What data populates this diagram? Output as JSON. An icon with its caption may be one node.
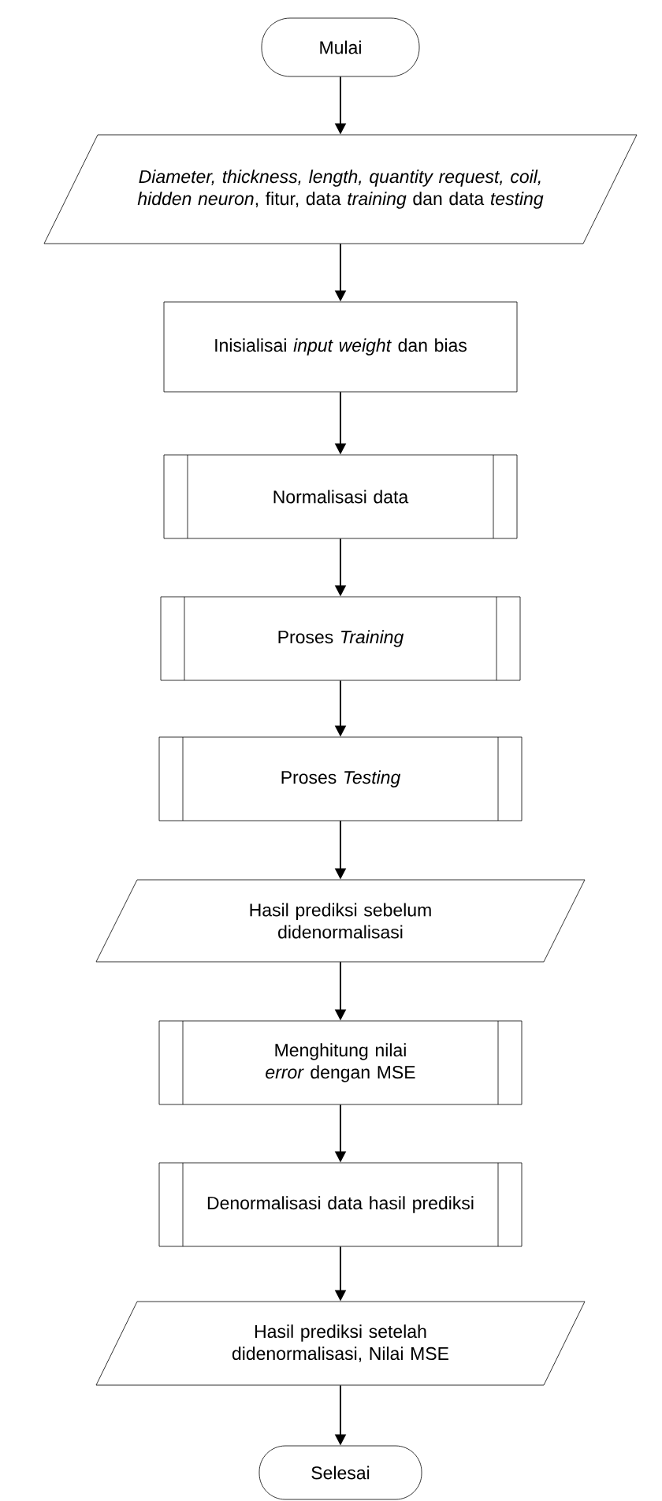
{
  "diagram": {
    "nodes": [
      {
        "text": [
          "Mulai"
        ]
      },
      {
        "text": [
          "*Diameter, thickness, length, quantity request, coil, hidden neuron*, fitur, data *training* dan data *testing*"
        ]
      },
      {
        "text": [
          "Inisialisai *input weight* dan bias"
        ]
      },
      {
        "text": [
          "Normalisasi data"
        ]
      },
      {
        "text": [
          "Proses *Training*"
        ]
      },
      {
        "text": [
          "Proses *Testing*"
        ]
      },
      {
        "text": [
          "Hasil prediksi sebelum didenormalisasi"
        ]
      },
      {
        "text": [
          "Menghitung nilai *error* dengan MSE"
        ]
      },
      {
        "text": [
          "Denormalisasi data hasil prediksi"
        ]
      },
      {
        "text": [
          "Hasil prediksi setelah didenormalisasi, Nilai MSE"
        ]
      },
      {
        "text": [
          "Selesai"
        ]
      }
    ],
    "edges": [
      {
        "from": 0,
        "to": 1,
        "arrow": "to"
      },
      {
        "from": 1,
        "to": 2,
        "arrow": "to"
      },
      {
        "from": 2,
        "to": 3,
        "arrow": "to"
      },
      {
        "from": 3,
        "to": 4,
        "arrow": "to"
      },
      {
        "from": 4,
        "to": 5,
        "arrow": "to"
      },
      {
        "from": 5,
        "to": 6,
        "arrow": "to"
      },
      {
        "from": 6,
        "to": 7,
        "arrow": "to"
      },
      {
        "from": 7,
        "to": 8,
        "arrow": "to"
      },
      {
        "from": 8,
        "to": 9,
        "arrow": "to"
      },
      {
        "from": 9,
        "to": 10,
        "arrow": "to"
      }
    ]
  }
}
